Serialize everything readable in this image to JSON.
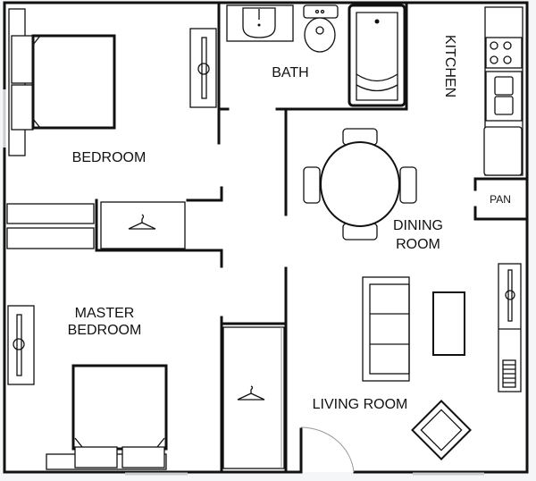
{
  "rooms": {
    "bedroom": "BEDROOM",
    "bath": "BATH",
    "kitchen": "KITCHEN",
    "pantry": "PAN",
    "dining_line1": "DINING",
    "dining_line2": "ROOM",
    "master_line1": "MASTER",
    "master_line2": "BEDROOM",
    "living": "LIVING ROOM"
  }
}
